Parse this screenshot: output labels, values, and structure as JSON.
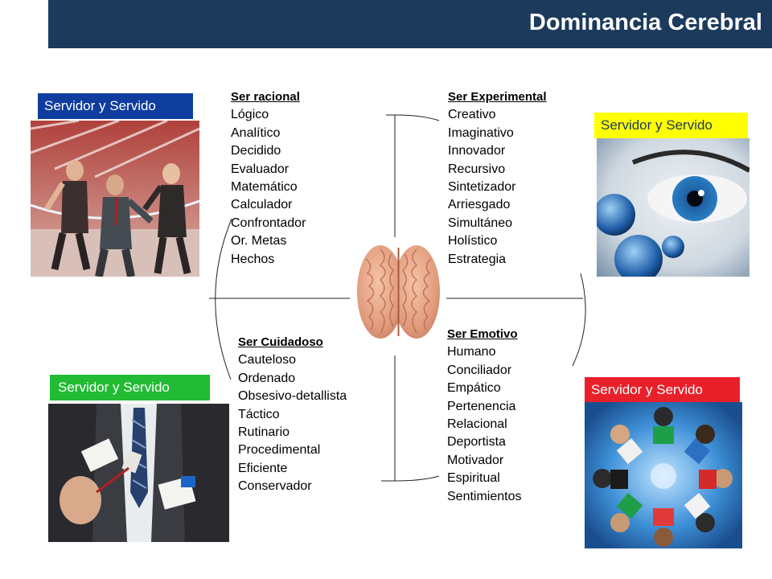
{
  "header": {
    "title": "Dominancia Cerebral",
    "bar_color": "#1b3a5c"
  },
  "labels": {
    "top_left": {
      "text": "Servidor y Servido",
      "bg": "#0f3d9e",
      "color": "#ffffff"
    },
    "top_right": {
      "text": "Servidor y Servido",
      "bg": "#ffff00",
      "color": "#1b3a5c"
    },
    "bottom_left": {
      "text": "Servidor  y Servido",
      "bg": "#22bb33",
      "color": "#ffffff"
    },
    "bottom_right": {
      "text": "Servidor y Servido",
      "bg": "#e8202a",
      "color": "#ffffff"
    }
  },
  "quadrants": {
    "racional": {
      "title": "Ser racional",
      "items": [
        "Lógico",
        "Analítico",
        "Decidido",
        "Evaluador",
        "Matemático",
        "Calculador",
        "Confrontador",
        "Or. Metas",
        "Hechos"
      ]
    },
    "experimental": {
      "title": "Ser Experimental",
      "items": [
        "Creativo",
        "Imaginativo",
        "Innovador",
        "Recursivo",
        "Sintetizador",
        "Arriesgado",
        "Simultáneo",
        "Holístico",
        "Estrategia"
      ]
    },
    "cuidadoso": {
      "title": "Ser Cuidadoso",
      "items": [
        "Cauteloso",
        "Ordenado",
        "Obsesivo-detallista",
        "Táctico",
        "Rutinario",
        "Procedimental",
        "Eficiente",
        "Conservador"
      ]
    },
    "emotivo": {
      "title": "Ser Emotivo",
      "items": [
        "Humano",
        "Conciliador",
        "Empático",
        "Pertenencia",
        "Relacional",
        "Deportista",
        "Motivador",
        "Espiritual",
        "Sentimientos"
      ]
    }
  },
  "images": {
    "top_left": "runners-photo",
    "top_right": "eye-globe-photo",
    "bottom_left": "businessman-notes-photo",
    "bottom_right": "huddle-photo",
    "center": "brain-icon"
  }
}
